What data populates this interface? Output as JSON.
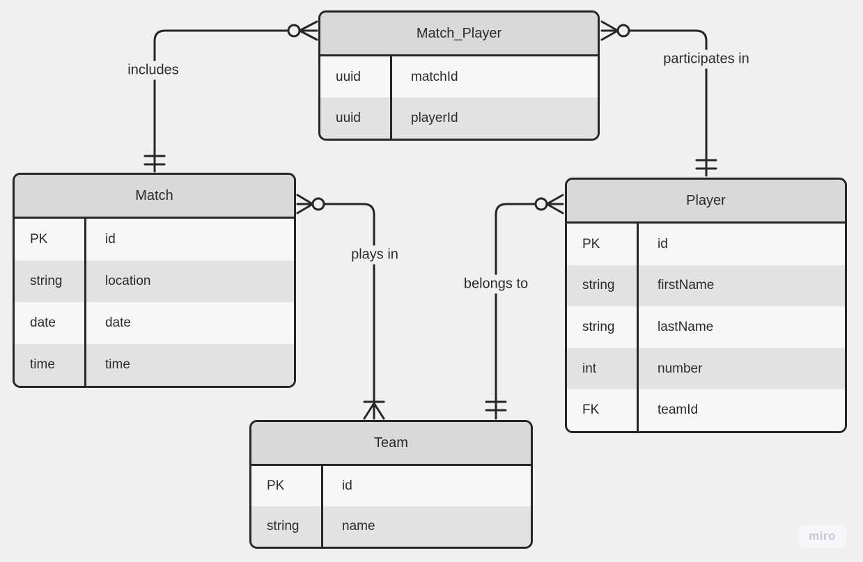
{
  "colors": {
    "background": "#f0f0f0",
    "line": "#262626",
    "entity_header_fill": "#d9d9d9",
    "row_light": "#f7f7f7",
    "row_shaded": "#e2e2e2",
    "text": "#2b2b2b",
    "watermark_text": "#c5c7d3"
  },
  "watermark": {
    "label": "miro"
  },
  "diagram": {
    "entities": [
      {
        "name": "Match_Player",
        "attributes": [
          {
            "type": "uuid",
            "name": "matchId"
          },
          {
            "type": "uuid",
            "name": "playerId"
          }
        ]
      },
      {
        "name": "Match",
        "attributes": [
          {
            "type": "PK",
            "name": "id"
          },
          {
            "type": "string",
            "name": "location"
          },
          {
            "type": "date",
            "name": "date"
          },
          {
            "type": "time",
            "name": "time"
          }
        ]
      },
      {
        "name": "Player",
        "attributes": [
          {
            "type": "PK",
            "name": "id"
          },
          {
            "type": "string",
            "name": "firstName"
          },
          {
            "type": "string",
            "name": "lastName"
          },
          {
            "type": "int",
            "name": "number"
          },
          {
            "type": "FK",
            "name": "teamId"
          }
        ]
      },
      {
        "name": "Team",
        "attributes": [
          {
            "type": "PK",
            "name": "id"
          },
          {
            "type": "string",
            "name": "name"
          }
        ]
      }
    ],
    "relationships": [
      {
        "label": "includes",
        "from": "Match",
        "to": "Match_Player",
        "from_cardinality": "exactly-one",
        "to_cardinality": "zero-or-many"
      },
      {
        "label": "participates in",
        "from": "Player",
        "to": "Match_Player",
        "from_cardinality": "exactly-one",
        "to_cardinality": "zero-or-many"
      },
      {
        "label": "plays in",
        "from": "Match",
        "to": "Team",
        "from_cardinality": "zero-or-many",
        "to_cardinality": "one-or-many"
      },
      {
        "label": "belongs to",
        "from": "Player",
        "to": "Team",
        "from_cardinality": "zero-or-many",
        "to_cardinality": "exactly-one"
      }
    ]
  }
}
